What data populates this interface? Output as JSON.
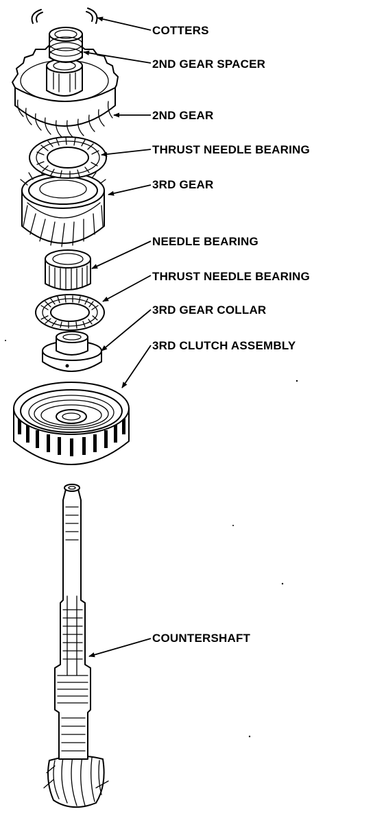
{
  "callouts": [
    {
      "id": "cotters",
      "label": "COTTERS"
    },
    {
      "id": "second-gear-spacer",
      "label": "2ND GEAR SPACER"
    },
    {
      "id": "second-gear",
      "label": "2ND GEAR"
    },
    {
      "id": "thrust-needle-bearing-upper",
      "label": "THRUST NEEDLE BEARING"
    },
    {
      "id": "third-gear",
      "label": "3RD GEAR"
    },
    {
      "id": "needle-bearing",
      "label": "NEEDLE BEARING"
    },
    {
      "id": "thrust-needle-bearing-lower",
      "label": "THRUST NEEDLE BEARING"
    },
    {
      "id": "third-gear-collar",
      "label": "3RD GEAR COLLAR"
    },
    {
      "id": "third-clutch-assembly",
      "label": "3RD CLUTCH ASSEMBLY"
    },
    {
      "id": "countershaft",
      "label": "COUNTERSHAFT"
    }
  ],
  "colors": {
    "ink": "#000000",
    "paper": "#ffffff"
  }
}
